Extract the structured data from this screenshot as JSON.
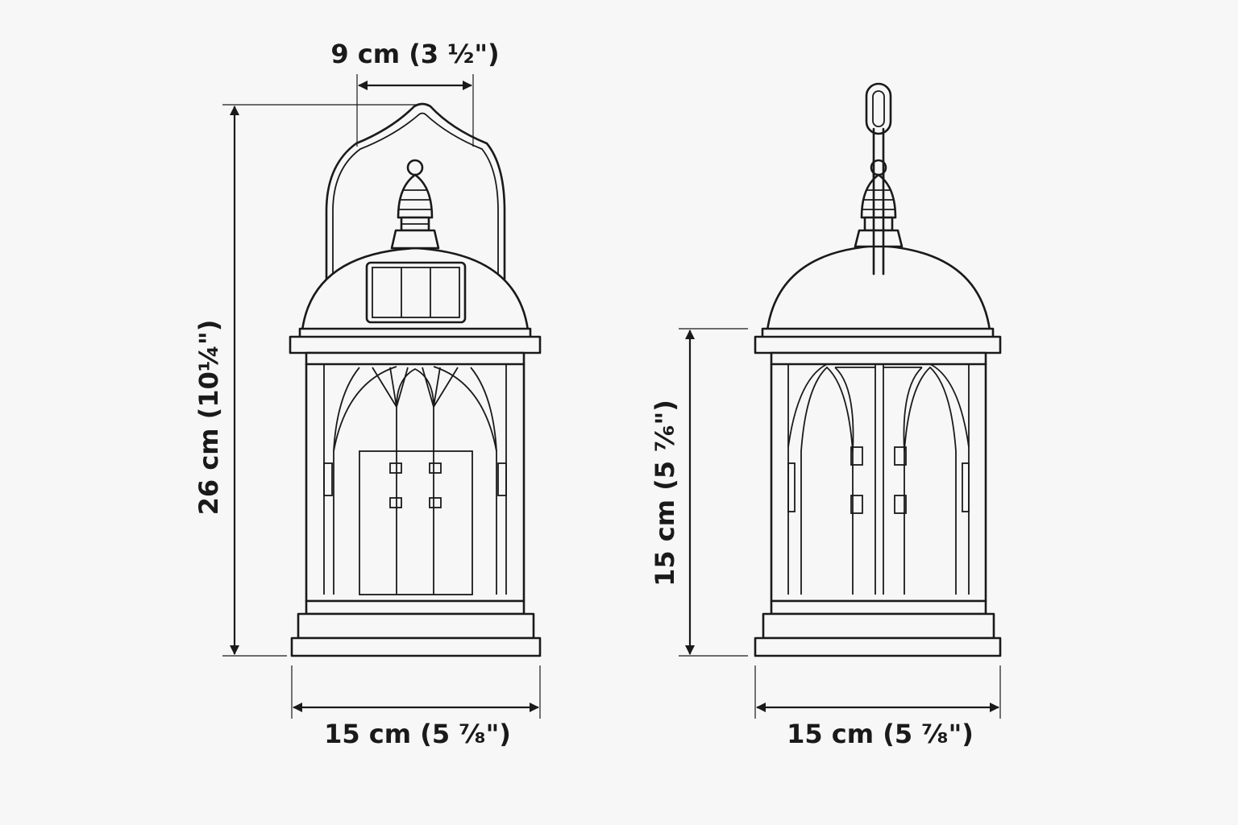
{
  "dimensions": {
    "handle_width": "9 cm (3 ½\")",
    "total_height": "26 cm (10¼\")",
    "left_width": "15 cm (5 ⁷⁄₈\")",
    "body_height": "15 cm (5 ⁷⁄₆\")",
    "right_width": "15 cm (5 ⁷⁄₈\")"
  }
}
